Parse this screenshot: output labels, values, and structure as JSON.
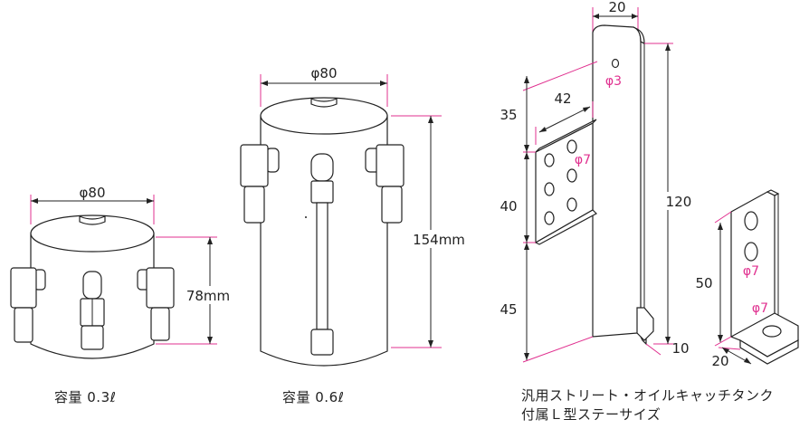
{
  "tank_small": {
    "diameter_label": "φ80",
    "height_label": "78mm",
    "caption": "容量 0.3ℓ"
  },
  "tank_large": {
    "diameter_label": "φ80",
    "height_label": "154mm",
    "caption": "容量 0.6ℓ"
  },
  "bracket_long": {
    "width_label": "20",
    "hole_top_label": "φ3",
    "plate_width_label": "42",
    "hole_plate_label": "φ7",
    "seg_top_label": "35",
    "seg_mid_label": "40",
    "seg_bottom_label": "45",
    "total_height_label": "120",
    "foot_label": "10"
  },
  "bracket_l": {
    "height_label": "50",
    "hole_upper_label": "φ7",
    "hole_foot_label": "φ7",
    "width_label": "20"
  },
  "caption_right": {
    "line1": "汎用ストリート・オイルキャッチタンク",
    "line2": "付属Ｌ型ステーサイズ"
  },
  "colors": {
    "dimension_line": "#e0308f",
    "outline": "#222222",
    "fill": "#ffffff"
  }
}
